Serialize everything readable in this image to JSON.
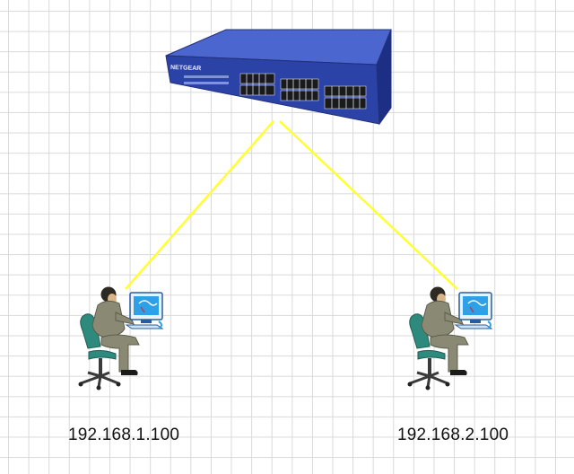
{
  "colors": {
    "link": "#ffff33",
    "switch_body": "#2b43a6",
    "switch_top": "#4c66cf",
    "switch_front": "#1d2f85",
    "monitor_screen": "#2ea0e6",
    "chair": "#2e8a7c",
    "person": "#8a8a74"
  },
  "network_switch": {
    "icon": "network-switch-icon",
    "vendor_label": "NETGEAR"
  },
  "hosts": [
    {
      "ip": "192.168.1.100",
      "icon": "user-workstation-icon"
    },
    {
      "ip": "192.168.2.100",
      "icon": "user-workstation-icon"
    }
  ],
  "links": [
    {
      "from": "network_switch",
      "to": "hosts.0"
    },
    {
      "from": "network_switch",
      "to": "hosts.1"
    }
  ]
}
